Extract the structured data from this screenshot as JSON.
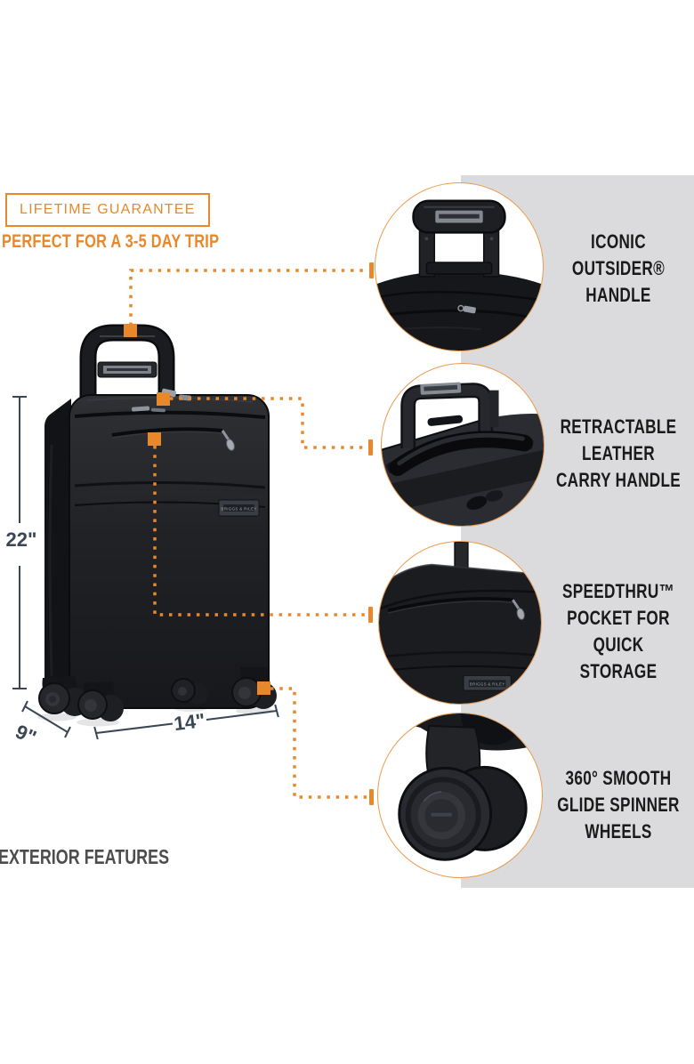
{
  "badge": {
    "label": "LIFETIME GUARANTEE"
  },
  "tagline": "PERFECT FOR A 3-5 DAY TRIP",
  "footer_label": "EXTERIOR FEATURES",
  "brand_plate": "BRIGGS & RILEY",
  "dimensions": {
    "height_label": "22\"",
    "width_label": "14\"",
    "depth_label": "9\""
  },
  "features": [
    {
      "id": "outsider-handle",
      "lines": [
        "ICONIC",
        "OUTSIDER®",
        "HANDLE"
      ]
    },
    {
      "id": "carry-handle",
      "lines": [
        "RETRACTABLE",
        "LEATHER",
        "CARRY HANDLE"
      ]
    },
    {
      "id": "speedthru-pocket",
      "lines": [
        "SPEEDTHRU™",
        "POCKET FOR",
        "QUICK",
        "STORAGE"
      ]
    },
    {
      "id": "spinner-wheels",
      "lines": [
        "360° SMOOTH",
        "GLIDE SPINNER",
        "WHEELS"
      ]
    }
  ],
  "colors": {
    "accent_orange": "#E8882C",
    "panel_gray": "#DBDBDD",
    "label_black": "#1A1A1A",
    "dimension_slate": "#3B4654"
  }
}
